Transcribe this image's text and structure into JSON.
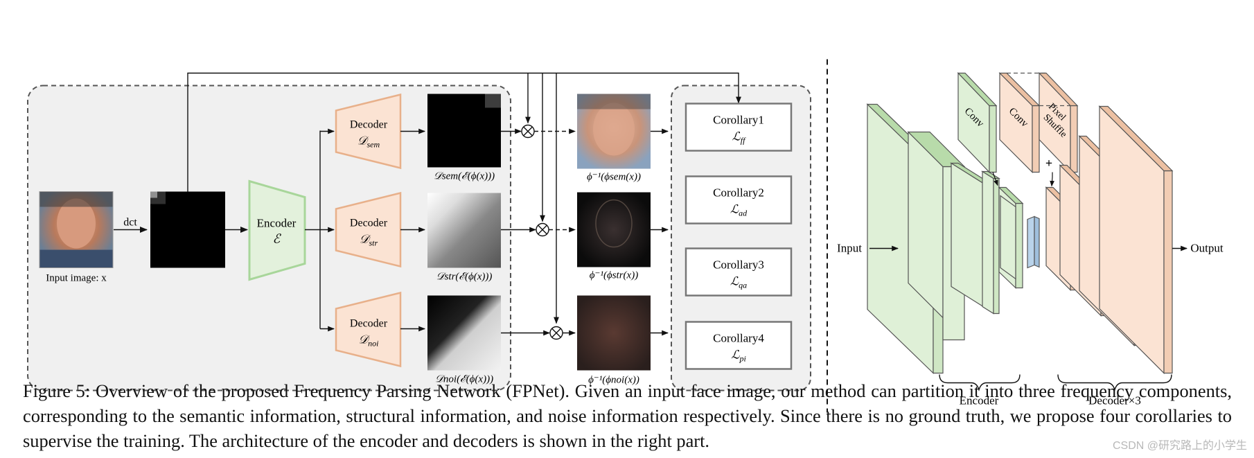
{
  "figure": {
    "caption": "Figure 5: Overview of the proposed Frequency Parsing Network (FPNet). Given an input face image, our method can partition it into three frequency components, corresponding to the semantic information, structural information, and noise information respectively. Since there is no ground truth, we propose four corollaries to supervise the training. The architecture of the encoder and decoders is shown in the right part.",
    "watermark": "CSDN @研究路上的小学生"
  },
  "left_panel": {
    "input_label": "Input image: x",
    "dct_label": "dct",
    "encoder": {
      "title": "Encoder",
      "symbol": "ℰ"
    },
    "decoders": [
      {
        "title": "Decoder",
        "symbol": "𝒟",
        "sub": "sem",
        "output_label": "𝒟sem(ℰ(ϕ(x)))",
        "recon_label": "ϕ⁻¹(ϕsem(x))"
      },
      {
        "title": "Decoder",
        "symbol": "𝒟",
        "sub": "str",
        "output_label": "𝒟str(ℰ(ϕ(x)))",
        "recon_label": "ϕ⁻¹(ϕstr(x))"
      },
      {
        "title": "Decoder",
        "symbol": "𝒟",
        "sub": "noi",
        "output_label": "𝒟noi(ℰ(ϕ(x)))",
        "recon_label": "ϕ⁻¹(ϕnoi(x))"
      }
    ],
    "multiply_symbol": "⊗",
    "corollaries": [
      {
        "title": "Corollary1",
        "symbol": "ℒ",
        "sub": "ff"
      },
      {
        "title": "Corollary2",
        "symbol": "ℒ",
        "sub": "ad"
      },
      {
        "title": "Corollary3",
        "symbol": "ℒ",
        "sub": "qa"
      },
      {
        "title": "Corollary4",
        "symbol": "ℒ",
        "sub": "pi"
      }
    ]
  },
  "right_panel": {
    "input_label": "Input",
    "output_label": "Output",
    "conv1": "Conv",
    "conv2": "Conv",
    "pixel_shuffle": [
      "Pixel",
      "Shuffle"
    ],
    "plus_symbol": "+",
    "encoder_label": "Encoder",
    "decoder_label": "Decoder×3"
  },
  "colors": {
    "encoder_green": "#a8d69a",
    "encoder_fill": "#e3f1dc",
    "decoder_peach": "#f5cfb2",
    "decoder_stroke": "#e8b08a",
    "panel_bg": "#f0f0f0",
    "blue_block": "#b9d3ea"
  }
}
